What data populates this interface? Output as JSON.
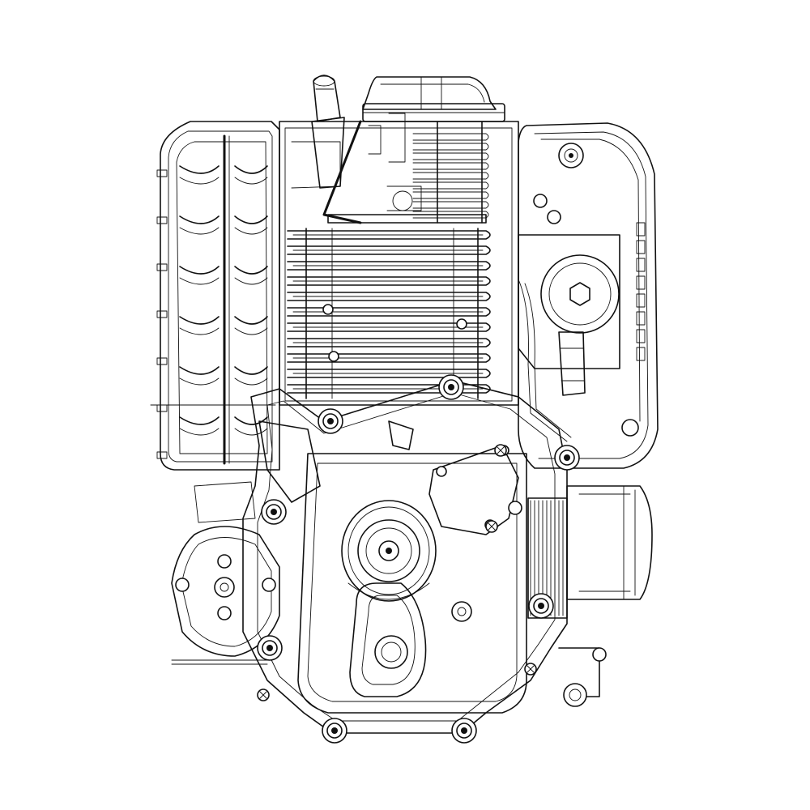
{
  "colors": {
    "line": "#111111",
    "background": "#ffffff"
  },
  "drawing": {
    "subject": "small-engine-line-art",
    "air_filter_ribs": 6,
    "cylinder_fins": 11,
    "flywheel_fins": 9
  }
}
